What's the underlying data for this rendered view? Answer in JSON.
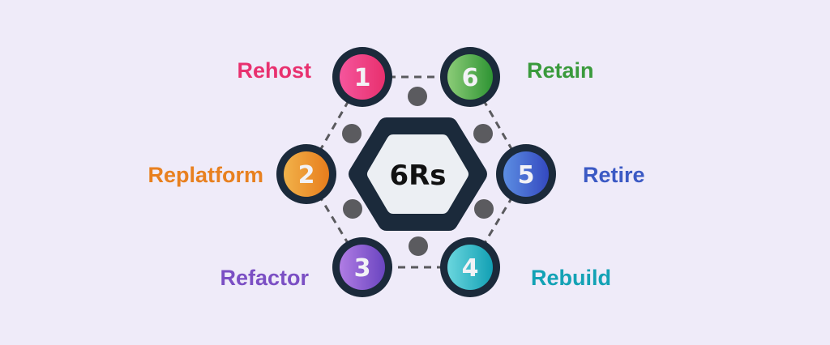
{
  "diagram": {
    "center": {
      "label": "6Rs"
    },
    "steps": [
      {
        "number": "1",
        "label": "Rehost",
        "color": "#e8316f",
        "grad": [
          "#f5559c",
          "#e8306e"
        ]
      },
      {
        "number": "2",
        "label": "Replatform",
        "color": "#e8801f",
        "grad": [
          "#f1b24a",
          "#e87d1c"
        ]
      },
      {
        "number": "3",
        "label": "Refactor",
        "color": "#7b4fc4",
        "grad": [
          "#b07ce4",
          "#6a45c0"
        ]
      },
      {
        "number": "4",
        "label": "Rebuild",
        "color": "#13a2b5",
        "grad": [
          "#6ad6de",
          "#12a0b4"
        ]
      },
      {
        "number": "5",
        "label": "Retire",
        "color": "#3b59c4",
        "grad": [
          "#5c8ee2",
          "#3449c0"
        ]
      },
      {
        "number": "6",
        "label": "Retain",
        "color": "#3a9a3c",
        "grad": [
          "#8ccc78",
          "#2e9433"
        ]
      }
    ]
  }
}
